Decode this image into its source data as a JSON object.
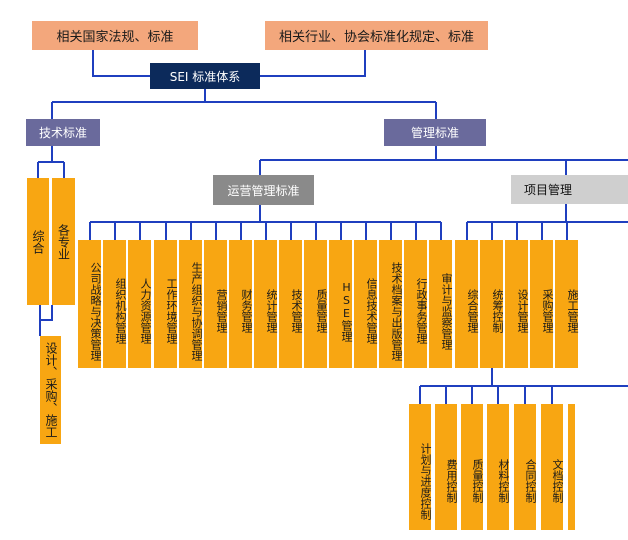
{
  "top_sources": {
    "national": "相关国家法规、标准",
    "industry": "相关行业、协会标准化规定、标准"
  },
  "root": "SEI 标准体系",
  "tech": {
    "label": "技术标准",
    "children": [
      "综合",
      "各专业"
    ],
    "sub": "设计、采购、施工"
  },
  "mgmt": {
    "label": "管理标准",
    "operations": {
      "label": "运营管理标准",
      "items": [
        "公司战略与决策管理",
        "组织机构管理",
        "人力资源管理",
        "工作环境管理",
        "生产组织与协调管理",
        "营销管理",
        "财务管理",
        "统计管理",
        "技术管理",
        "质量管理",
        "HSE管理",
        "信息技术管理",
        "技术档案与出版管理",
        "行政事务管理",
        "审计与监察管理"
      ]
    },
    "project": {
      "label": "项目管理",
      "items": [
        "综合管理",
        "统筹控制",
        "设计管理",
        "采购管理",
        "施工管理"
      ],
      "control": [
        "计划与进度控制",
        "费用控制",
        "质量控制",
        "材料控制",
        "合同控制",
        "文档控制"
      ]
    }
  },
  "colors": {
    "salmon": "#f3a77c",
    "navy": "#0c2a5b",
    "slate": "#6a6a9c",
    "gray": "#8a8a8a",
    "orange": "#f8a612",
    "line": "#1f3fbf"
  }
}
